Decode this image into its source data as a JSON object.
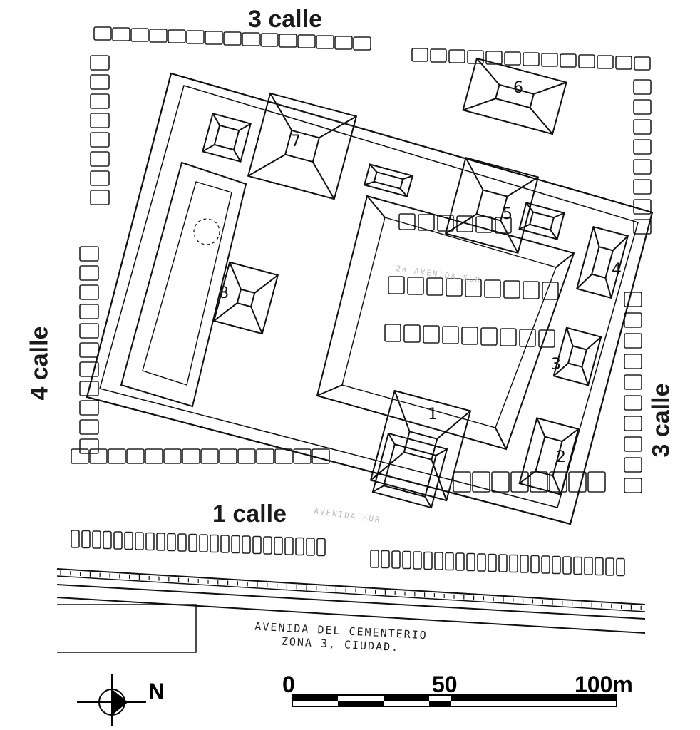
{
  "streets": {
    "top": "3 calle",
    "left": "4 calle",
    "right": "3 calle",
    "bottom": "1 calle"
  },
  "avenida": {
    "line1": "AVENIDA DEL CEMENTERIO",
    "line2": "ZONA 3, CIUDAD."
  },
  "faint_labels": {
    "upper": "2a AVENIDA SUR",
    "lower": "AVENIDA SUR"
  },
  "mounds": [
    "1",
    "2",
    "3",
    "4",
    "5",
    "6",
    "7",
    "8"
  ],
  "north_arrow": {
    "letter": "N",
    "icon": "north-arrow-icon"
  },
  "scale_bar": {
    "ticks": [
      "0",
      "50",
      "100m"
    ]
  },
  "colors": {
    "ink": "#111111",
    "paper": "#ffffff"
  }
}
